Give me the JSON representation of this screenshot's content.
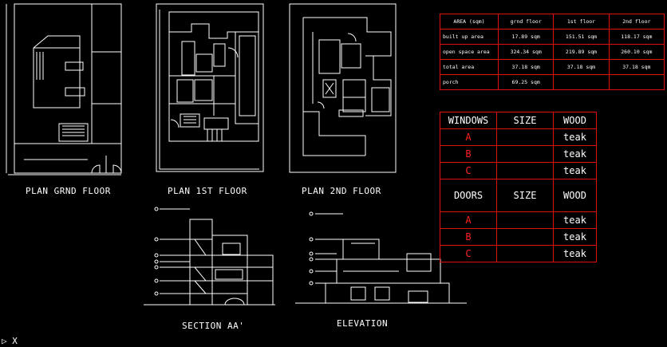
{
  "labels": {
    "plan_ground": "PLAN GRND FLOOR",
    "plan_first": "PLAN 1ST FLOOR",
    "plan_second": "PLAN 2ND FLOOR",
    "section": "SECTION AA'",
    "elevation": "ELEVATION"
  },
  "area_table": {
    "headers": [
      "AREA (sqm)",
      "grnd floor",
      "1st floor",
      "2nd floor"
    ],
    "rows": [
      [
        "built up area",
        "17.89 sqm",
        "151.51 sqm",
        "118.17 sqm"
      ],
      [
        "open space area",
        "324.34 sqm",
        "219.89 sqm",
        "260.10 sqm"
      ],
      [
        "total area",
        "37.18 sqm",
        "37.18 sqm",
        "37.18 sqm"
      ],
      [
        "porch",
        "69.25 sqm",
        "",
        ""
      ]
    ]
  },
  "spec_table": {
    "windows_headers": [
      "WINDOWS",
      "SIZE",
      "WOOD"
    ],
    "windows_rows": [
      [
        "A",
        "",
        "teak"
      ],
      [
        "B",
        "",
        "teak"
      ],
      [
        "C",
        "",
        "teak"
      ]
    ],
    "doors_headers": [
      "DOORS",
      "SIZE",
      "WOOD"
    ],
    "doors_rows": [
      [
        "A",
        "",
        "teak"
      ],
      [
        "B",
        "",
        "teak"
      ],
      [
        "C",
        "",
        "teak"
      ]
    ]
  },
  "ucs_icon": "ucs-icon",
  "colors": {
    "background": "#000000",
    "lines": "#ffffff",
    "table_border": "#e01010",
    "table_letters": "#ff2020"
  }
}
